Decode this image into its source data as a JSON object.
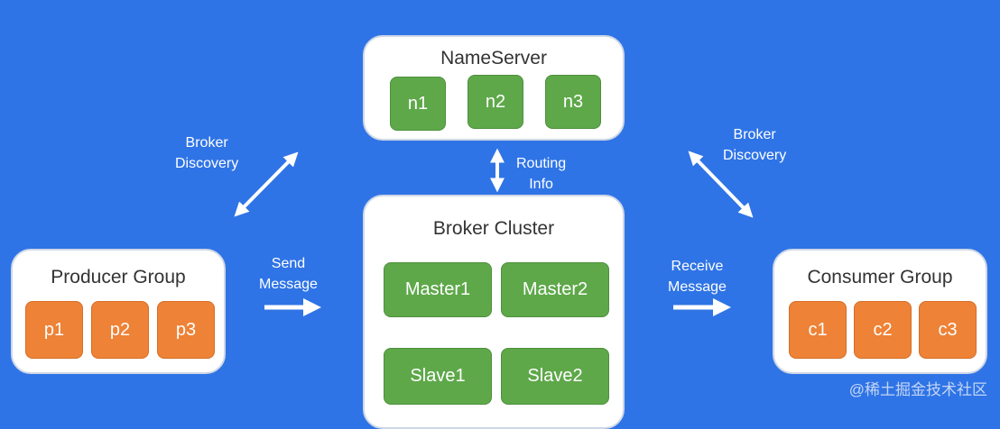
{
  "colors": {
    "background": "#2f74e6",
    "panel": "#ffffff",
    "green_node": "#5ea84a",
    "orange_node": "#ee8236"
  },
  "nameserver": {
    "title": "NameServer",
    "nodes": [
      "n1",
      "n2",
      "n3"
    ]
  },
  "broker_cluster": {
    "title": "Broker Cluster",
    "masters": [
      "Master1",
      "Master2"
    ],
    "slaves": [
      "Slave1",
      "Slave2"
    ]
  },
  "producer_group": {
    "title": "Producer Group",
    "nodes": [
      "p1",
      "p2",
      "p3"
    ]
  },
  "consumer_group": {
    "title": "Consumer Group",
    "nodes": [
      "c1",
      "c2",
      "c3"
    ]
  },
  "edges": {
    "broker_discovery_left": [
      "Broker",
      "Discovery"
    ],
    "broker_discovery_right": [
      "Broker",
      "Discovery"
    ],
    "routing_info": [
      "Routing",
      "Info"
    ],
    "send_message": [
      "Send",
      "Message"
    ],
    "receive_message": [
      "Receive",
      "Message"
    ]
  },
  "watermark": "@稀土掘金技术社区"
}
